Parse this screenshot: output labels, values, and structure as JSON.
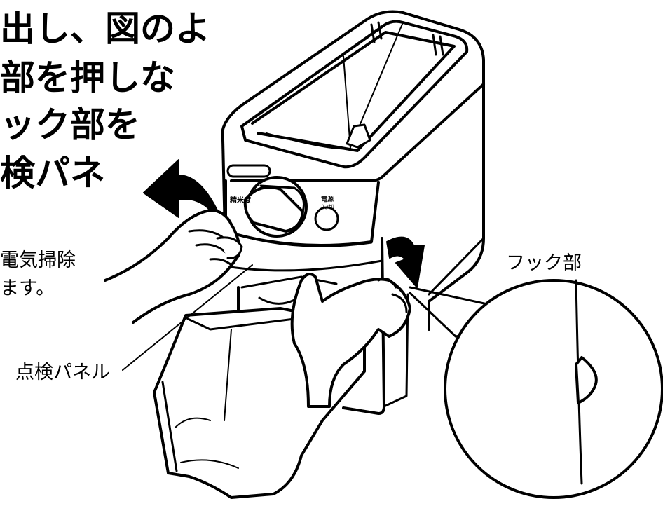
{
  "instructions": {
    "lines": [
      "出し、図のよ",
      "部を押しな",
      "ック部を",
      "検パネ"
    ],
    "note_lines": [
      "電気掃除",
      "ます。"
    ]
  },
  "labels": {
    "hook": "フック部",
    "panel": "点検パネル"
  },
  "machine": {
    "logo": "",
    "dial_label": "精米度",
    "power_label_1": "電源",
    "power_label_2": "入/切"
  }
}
